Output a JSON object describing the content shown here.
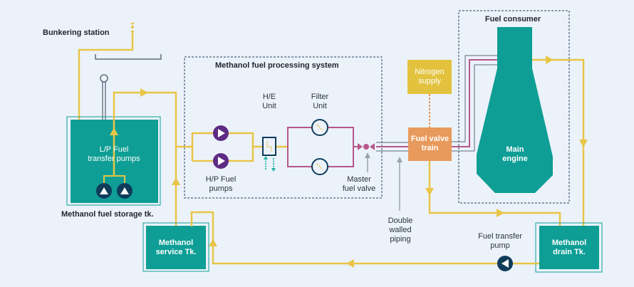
{
  "diagram": {
    "title": "Methanol fuel supply system",
    "colors": {
      "background": "#ecf2fa",
      "fuel_line": "#e8c547",
      "fuel_gas_line": "#b5578a",
      "tank": "#0e9e95",
      "pump_hp": "#5e2b84",
      "pump_dark": "#0f3c5a",
      "nitrogen": "#e3c23e",
      "valve_train": "#e89a5c",
      "outline_dark": "#26415b",
      "double_wall": "#5e6b7a",
      "pointer": "#9aa3ad"
    },
    "labels": {
      "bunkering_station": "Bunkering station",
      "storage_tank": "Methanol fuel storage tk.",
      "lp_pumps_line1": "L/P Fuel",
      "lp_pumps_line2": "transfer pumps",
      "processing_system": "Methanol fuel processing system",
      "he_line1": "H/E",
      "he_line2": "Unit",
      "filter_line1": "Filter",
      "filter_line2": "Unit",
      "hp_line1": "H/P Fuel",
      "hp_line2": "pumps",
      "master_line1": "Master",
      "master_line2": "fuel valve",
      "nitrogen_line1": "Nitrogen",
      "nitrogen_line2": "supply",
      "fvt_line1": "Fuel valve",
      "fvt_line2": "train",
      "fuel_consumer": "Fuel consumer",
      "engine_line1": "Main",
      "engine_line2": "engine",
      "dwp_line1": "Double",
      "dwp_line2": "walled",
      "dwp_line3": "piping",
      "service_line1": "Methanol",
      "service_line2": "service Tk.",
      "drain_line1": "Methanol",
      "drain_line2": "drain Tk.",
      "ftp_line1": "Fuel transfer",
      "ftp_line2": "pump"
    },
    "icons": {
      "bunkering_connector": "bunkering-connector-icon",
      "vent": "vent-icon",
      "pump": "pump-icon",
      "heat_exchanger": "heat-exchanger-icon",
      "filter": "filter-icon",
      "valve": "valve-icon"
    }
  }
}
